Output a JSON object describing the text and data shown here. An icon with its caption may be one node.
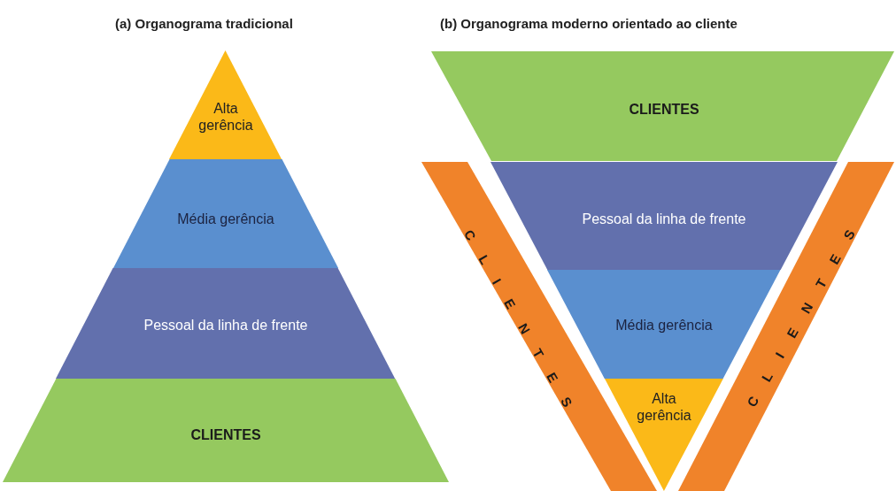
{
  "diagram": {
    "nodes": [
      {
        "text": [
          "Alta gerência"
        ]
      },
      {
        "text": [
          "Média gerência"
        ]
      },
      {
        "text": [
          "Pessoal da linha de frente"
        ]
      },
      {
        "text": [
          "CLIENTES"
        ]
      },
      {
        "text": [
          "CLIENTES"
        ]
      },
      {
        "text": [
          "CLIENTES"
        ]
      },
      {
        "text": [
          "Pessoal da linha de frente"
        ]
      },
      {
        "text": [
          "Média gerência"
        ]
      },
      {
        "text": [
          "Alta gerência"
        ]
      },
      {
        "text": [
          "CLIENTES"
        ]
      }
    ],
    "labels": [
      "(a) Organograma tradicional",
      "(b) Organograma moderno orientado ao cliente"
    ]
  }
}
